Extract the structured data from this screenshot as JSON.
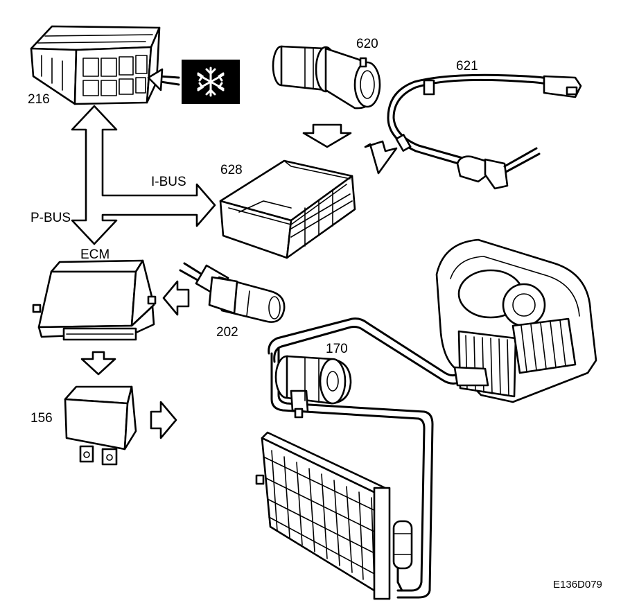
{
  "labels": {
    "control_panel": "216",
    "sensor_620": "620",
    "sensor_621": "621",
    "module_628": "628",
    "i_bus": "I-BUS",
    "p_bus": "P-BUS",
    "ecm": "ECM",
    "sensor_202": "202",
    "compressor": "170",
    "relay": "156"
  },
  "figure_code": "E136D079",
  "icons": {
    "ac_symbol": "snowflake-icon"
  },
  "colors": {
    "line": "#000000",
    "background": "#ffffff"
  }
}
